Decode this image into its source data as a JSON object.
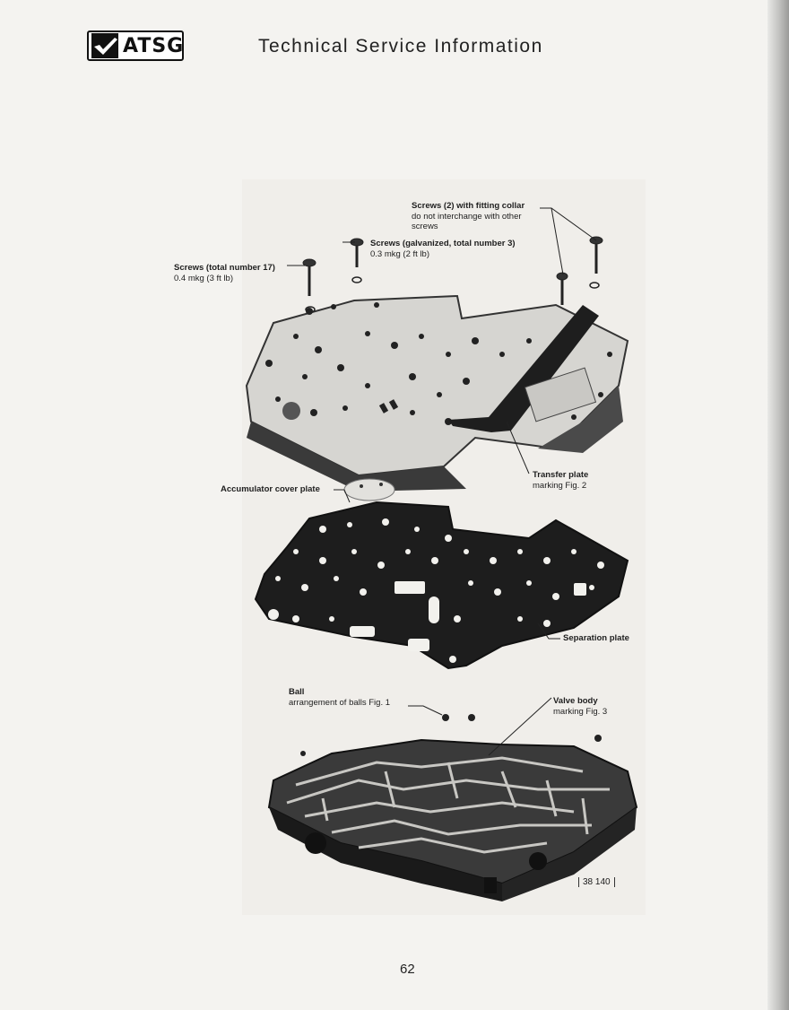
{
  "header": {
    "logo_text": "ATSG",
    "title": "Technical Service Information"
  },
  "callouts": {
    "screws_collar_title": "Screws (2) with fitting collar",
    "screws_collar_line2": "do not interchange with other",
    "screws_collar_line3": "screws",
    "screws_galv_title": "Screws (galvanized, total number 3)",
    "screws_galv_torque": "0.3 mkg (2 ft lb)",
    "screws_total_title": "Screws (total number 17)",
    "screws_total_torque": "0.4 mkg (3 ft lb)",
    "accumulator": "Accumulator cover plate",
    "transfer_line1": "Transfer plate",
    "transfer_line2": "marking Fig. 2",
    "separation": "Separation plate",
    "ball_title": "Ball",
    "ball_line2": "arrangement of balls Fig. 1",
    "valve_line1": "Valve body",
    "valve_line2": "marking Fig. 3"
  },
  "figure_tag": "38 140",
  "page_number": "62",
  "icons": [
    "check-icon"
  ],
  "colors": {
    "paper": "#f4f3f0",
    "ink": "#1a1a1a",
    "plate_light": "#d9d8d4",
    "plate_dark": "#2a2a2a"
  }
}
